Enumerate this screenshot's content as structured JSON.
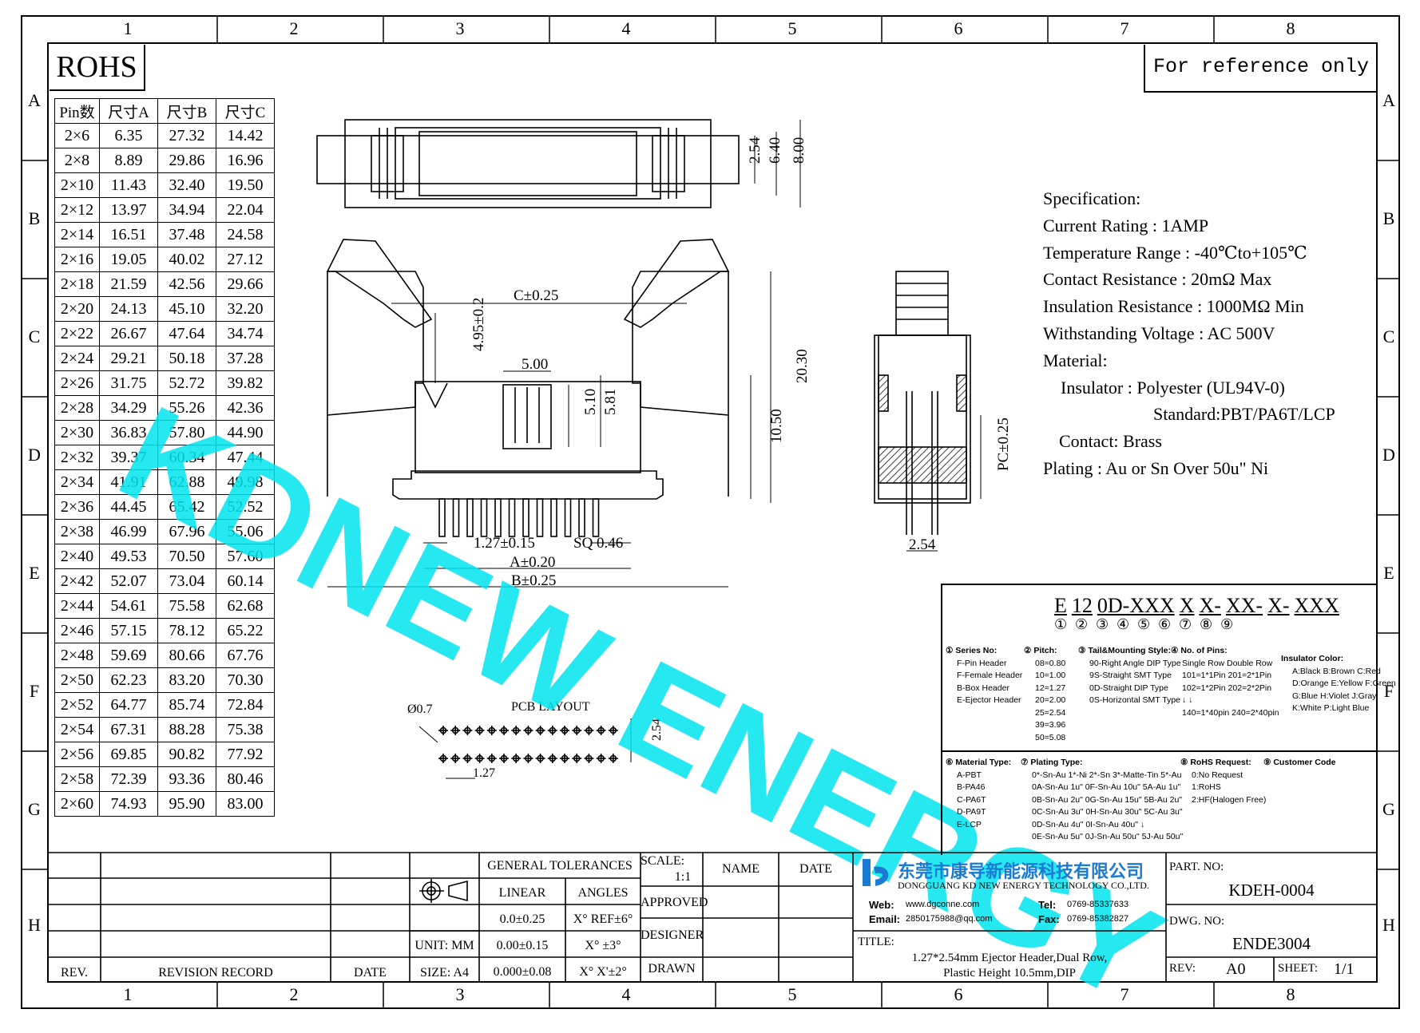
{
  "border": {
    "columns": [
      "1",
      "2",
      "3",
      "4",
      "5",
      "6",
      "7",
      "8"
    ],
    "rows": [
      "A",
      "B",
      "C",
      "D",
      "E",
      "F",
      "G",
      "H"
    ]
  },
  "rohs": "ROHS",
  "reference_note": "For reference only",
  "watermark": "KDNEW ENERGY",
  "dim_table": {
    "headers": [
      "Pin数",
      "尺寸A",
      "尺寸B",
      "尺寸C"
    ],
    "rows": [
      [
        "2×6",
        "6.35",
        "27.32",
        "14.42"
      ],
      [
        "2×8",
        "8.89",
        "29.86",
        "16.96"
      ],
      [
        "2×10",
        "11.43",
        "32.40",
        "19.50"
      ],
      [
        "2×12",
        "13.97",
        "34.94",
        "22.04"
      ],
      [
        "2×14",
        "16.51",
        "37.48",
        "24.58"
      ],
      [
        "2×16",
        "19.05",
        "40.02",
        "27.12"
      ],
      [
        "2×18",
        "21.59",
        "42.56",
        "29.66"
      ],
      [
        "2×20",
        "24.13",
        "45.10",
        "32.20"
      ],
      [
        "2×22",
        "26.67",
        "47.64",
        "34.74"
      ],
      [
        "2×24",
        "29.21",
        "50.18",
        "37.28"
      ],
      [
        "2×26",
        "31.75",
        "52.72",
        "39.82"
      ],
      [
        "2×28",
        "34.29",
        "55.26",
        "42.36"
      ],
      [
        "2×30",
        "36.83",
        "57.80",
        "44.90"
      ],
      [
        "2×32",
        "39.37",
        "60.34",
        "47.44"
      ],
      [
        "2×34",
        "41.91",
        "62.88",
        "49.98"
      ],
      [
        "2×36",
        "44.45",
        "65.42",
        "52.52"
      ],
      [
        "2×38",
        "46.99",
        "67.96",
        "55.06"
      ],
      [
        "2×40",
        "49.53",
        "70.50",
        "57.60"
      ],
      [
        "2×42",
        "52.07",
        "73.04",
        "60.14"
      ],
      [
        "2×44",
        "54.61",
        "75.58",
        "62.68"
      ],
      [
        "2×46",
        "57.15",
        "78.12",
        "65.22"
      ],
      [
        "2×48",
        "59.69",
        "80.66",
        "67.76"
      ],
      [
        "2×50",
        "62.23",
        "83.20",
        "70.30"
      ],
      [
        "2×52",
        "64.77",
        "85.74",
        "72.84"
      ],
      [
        "2×54",
        "67.31",
        "88.28",
        "75.38"
      ],
      [
        "2×56",
        "69.85",
        "90.82",
        "77.92"
      ],
      [
        "2×58",
        "72.39",
        "93.36",
        "80.46"
      ],
      [
        "2×60",
        "74.93",
        "95.90",
        "83.00"
      ]
    ]
  },
  "dims": {
    "top_2_54": "2.54",
    "top_6_40": "6.40",
    "top_8_00": "8.00",
    "c_tol": "C±0.25",
    "d_4_95": "4.95±0.2",
    "d_5_00": "5.00",
    "d_5_10": "5.10",
    "d_5_81": "5.81",
    "d_20_30": "20.30",
    "d_10_50": "10.50",
    "pitch": "1.27±0.15",
    "sq": "SQ 0.46",
    "a_tol": "A±0.20",
    "b_tol": "B±0.25",
    "pc": "PC±0.25",
    "side_2_54": "2.54",
    "pcb_title": "PCB LAYOUT",
    "pcb_hole": "Ø0.7",
    "pcb_2_54": "2.54",
    "pcb_1_27": "1.27"
  },
  "spec": {
    "lines": [
      "Specification:",
      "Current Rating : 1AMP",
      "Temperature Range : -40℃to+105℃",
      "Contact Resistance : 20mΩ Max",
      "Insulation Resistance : 1000MΩ Min",
      "Withstanding Voltage : AC 500V",
      "Material:",
      "Insulator : Polyester (UL94V-0)",
      "Standard:PBT/PA6T/LCP",
      "Contact: Brass",
      "Plating : Au or Sn Over 50u\" Ni"
    ]
  },
  "part_code": {
    "segments": [
      "E",
      "12",
      "0D-XXX",
      "X",
      "X-",
      "XX-",
      "X-",
      "XXX"
    ],
    "circles": [
      "①",
      "②",
      "③",
      "④",
      "⑤",
      "⑥",
      "⑦",
      "⑧",
      "⑨"
    ],
    "series": [
      "① Series No:",
      "F-Pin Header",
      "F-Female Header",
      "B-Box Header",
      "E-Ejector Header"
    ],
    "pitch": [
      "② Pitch:",
      "08=0.80",
      "10=1.00",
      "12=1.27",
      "20=2.00",
      "25=2.54",
      "39=3.96",
      "50=5.08"
    ],
    "tail": [
      "③ Tail&Mounting Style:",
      "90-Right Angle DIP Type",
      "9S-Straight SMT Type",
      "0D-Straight DIP Type",
      "0S-Horizontal SMT Type"
    ],
    "pins": [
      "④ No. of Pins:",
      "Single Row   Double Row",
      "101=1*1Pin   201=2*1Pin",
      "102=1*2Pin   202=2*2Pin",
      "↓          ↓",
      "140=1*40pin  240=2*40pin"
    ],
    "color": [
      "Insulator Color:",
      "A:Black  B:Brown  C:Red",
      "D:Orange E:Yellow F:Green",
      "G:Blue   H:Violet J:Gray",
      "K:White  P:Light Blue"
    ],
    "material": [
      "⑥ Material Type:",
      "A-PBT",
      "B-PA46",
      "C-PA6T",
      "D-PA9T",
      "E-LCP"
    ],
    "plating": [
      "⑦ Plating Type:",
      "0*-Sn-Au 1*-Ni 2*-Sn 3*-Matte-Tin 5*-Au",
      "0A-Sn-Au 1u\" 0F-Sn-Au 10u\"  5A-Au 1u\"",
      "0B-Sn-Au 2u\" 0G-Sn-Au 15u\"  5B-Au 2u\"",
      "0C-Sn-Au 3u\" 0H-Sn-Au 30u\"  5C-Au 3u\"",
      "0D-Sn-Au 4u\" 0I-Sn-Au 40u\"   ↓",
      "0E-Sn-Au 5u\" 0J-Sn-Au 50u\"  5J-Au 50u\""
    ],
    "rohs": [
      "⑧ RoHS Request:",
      "0:No Request",
      "1:RoHS",
      "2:HF(Halogen Free)"
    ],
    "customer": [
      "⑨ Customer Code"
    ]
  },
  "title_block": {
    "rev": "REV.",
    "revision_record": "REVISION RECORD",
    "date": "DATE",
    "general_tol": "GENERAL TOLERANCES",
    "linear": "LINEAR",
    "angles": "ANGLES",
    "tol_rows": [
      [
        "0.0±0.25",
        "X° REF±6°"
      ],
      [
        "0.00±0.15",
        "X° ±3°"
      ],
      [
        "0.000±0.08",
        "X° X'±2°"
      ]
    ],
    "unit": "UNIT: MM",
    "size": "SIZE: A4",
    "scale": "SCALE:",
    "scale_val": "1:1",
    "name": "NAME",
    "date2": "DATE",
    "approved": "APPROVED",
    "designer": "DESIGNER",
    "drawn": "DRAWN",
    "company_cn": "东莞市康导新能源科技有限公司",
    "company_en": "DONGGUANG KD NEW ENERGY TECHNOLOGY CO.,LTD.",
    "web_label": "Web:",
    "web": "www.dgconne.com",
    "tel_label": "Tel:",
    "tel": "0769-85337633",
    "email_label": "Email:",
    "email": "2850175988@qq.com",
    "fax_label": "Fax:",
    "fax": "0769-85382827",
    "title_label": "TITLE:",
    "title_1": "1.27*2.54mm Ejector Header,Dual Row,",
    "title_2": "Plastic Height 10.5mm,DIP",
    "part_no_label": "PART. NO:",
    "part_no": "KDEH-0004",
    "dwg_no_label": "DWG. NO:",
    "dwg_no": "ENDE3004",
    "rev_label": "REV:",
    "rev_val": "A0",
    "sheet_label": "SHEET:",
    "sheet_val": "1/1"
  },
  "colors": {
    "watermark": "#00e5ee",
    "logo": "#1a7ad4",
    "line": "#000000"
  }
}
